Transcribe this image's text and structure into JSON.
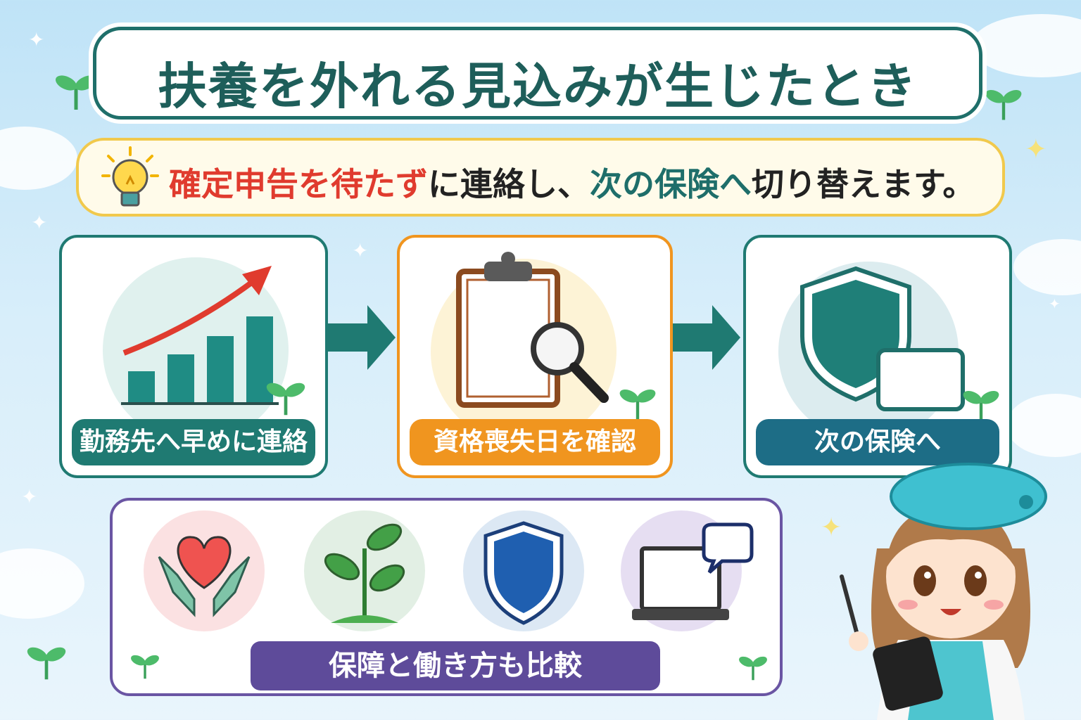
{
  "title": "扶養を外れる見込みが生じたとき",
  "tip": {
    "part1": "確定申告を待たず",
    "part2": "に連絡し、",
    "part3": "次の保険へ",
    "part4": "切り替えます。"
  },
  "steps": [
    {
      "label": "勤務先へ早めに連絡",
      "color": "#1f7a72"
    },
    {
      "label": "資格喪失日を確認",
      "color": "#f0951f"
    },
    {
      "label": "次の保険へ",
      "color": "#1d6d86"
    }
  ],
  "compare_label": "保障と働き方も比較",
  "colors": {
    "teal": "#1f6f6a",
    "orange": "#f0951f",
    "purple": "#5e4b9a",
    "red": "#e03b2e",
    "yellow": "#f1c94c"
  },
  "icons": [
    "lightbulb-icon",
    "growth-chart-icon",
    "clipboard-search-icon",
    "shield-card-icon",
    "heart-hands-icon",
    "sprout-icon",
    "shield-icon",
    "laptop-chat-icon"
  ]
}
